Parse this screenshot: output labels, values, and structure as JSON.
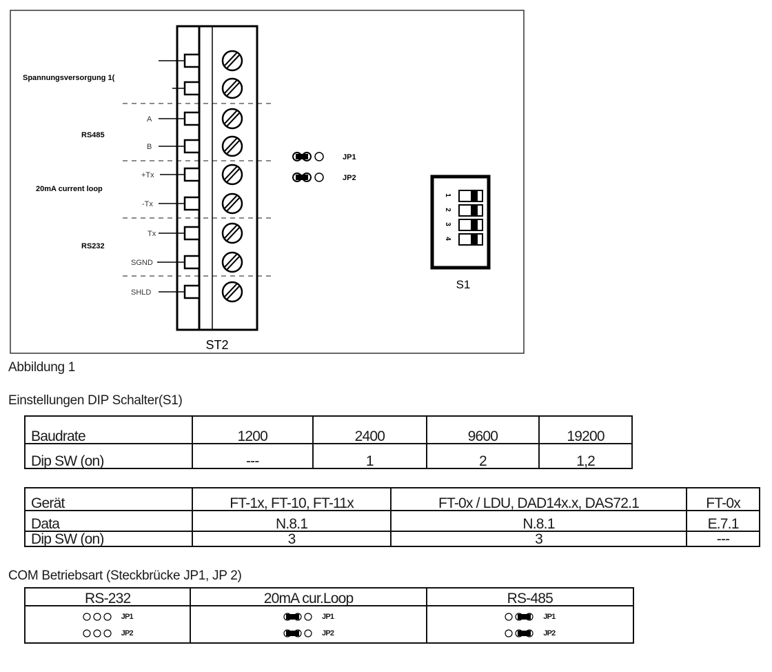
{
  "diagram": {
    "group_labels": [
      "Spannungsversorgung 1(",
      "RS485",
      "20mA current loop",
      "RS232"
    ],
    "pin_labels": [
      "",
      "",
      "A",
      "B",
      "+Tx",
      "-Tx",
      "Tx",
      "SGND",
      "SHLD"
    ],
    "terminal_label": "ST2",
    "jumpers": [
      "JP1",
      "JP2"
    ],
    "switch_label": "S1",
    "switch_numbers": [
      "1",
      "2",
      "3",
      "4"
    ]
  },
  "caption": "Abbildung 1",
  "dip_heading": "Einstellungen DIP Schalter(S1)",
  "baud_table": {
    "rows": [
      [
        "Baudrate",
        "1200",
        "2400",
        "9600",
        "19200"
      ],
      [
        "Dip SW (on)",
        "---",
        "1",
        "2",
        "1,2"
      ]
    ]
  },
  "device_table": {
    "rows": [
      [
        "Gerät",
        "FT-1x, FT-10, FT-11x",
        "FT-0x / LDU, DAD14x.x, DAS72.1",
        "FT-0x"
      ],
      [
        "Data",
        "N.8.1",
        "N.8.1",
        "E.7.1"
      ],
      [
        "Dip SW (on)",
        "3",
        "3",
        "---"
      ]
    ]
  },
  "com_heading": "COM Betriebsart (Steckbrücke JP1, JP 2)",
  "com_table": {
    "headers": [
      "RS-232",
      "20mA cur.Loop",
      "RS-485"
    ],
    "modes": [
      {
        "bridge": "none",
        "labels": [
          "JP1",
          "JP2"
        ]
      },
      {
        "bridge": "1-2",
        "labels": [
          "JP1",
          "JP2"
        ]
      },
      {
        "bridge": "2-3",
        "labels": [
          "JP1",
          "JP2"
        ]
      }
    ]
  }
}
